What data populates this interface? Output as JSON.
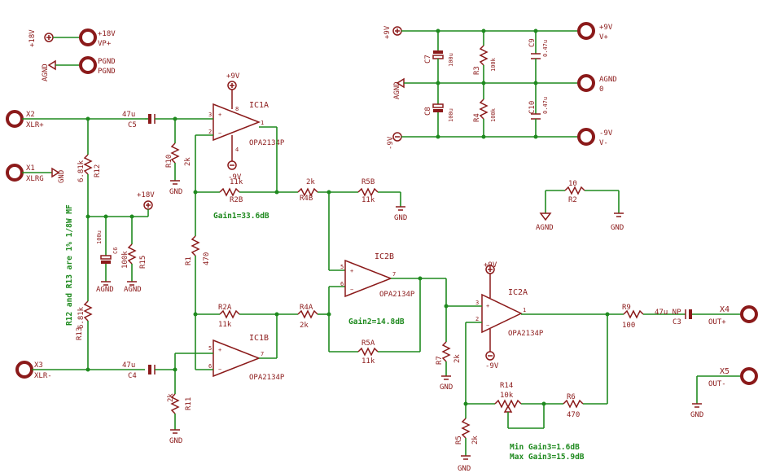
{
  "labels": {
    "vp_supply": "+18V",
    "vp_net": "+18V",
    "vp_net2": "VP+",
    "pgnd_sym": "AGND",
    "pgnd_net": "PGND",
    "pgnd_net2": "PGND",
    "x2": "X2",
    "x2_net": "XLR+",
    "x1": "X1",
    "x1_net": "XLRG",
    "x1_gnd": "GND",
    "x3": "X3",
    "x3_net": "XLR-",
    "c5_val": "47u",
    "c5": "C5",
    "c4_val": "47u",
    "c4": "C4",
    "r12": "R12",
    "r12_val": "6.81k",
    "r13": "R13",
    "r13_val": "6.81k",
    "note_r": "R12 and R13 are 1% 1/8W MF",
    "plus18": "+18V",
    "c6_val": "100u",
    "c6": "C6",
    "r15": "R15",
    "r15_val": "100k",
    "agnd1": "AGND",
    "agnd2": "AGND",
    "r10": "R10",
    "r10_val": "2k",
    "gnd_r10": "GND",
    "r11": "R11",
    "r11_val": "2k",
    "gnd_r11": "GND",
    "r1": "R1",
    "r1_val": "470",
    "ic1a": "IC1A",
    "ic1a_part": "OPA2134P",
    "ic1a_vp": "+9V",
    "ic1a_vn": "-9V",
    "ic1b": "IC1B",
    "ic1b_part": "OPA2134P",
    "r2b": "R2B",
    "r2b_val": "11k",
    "r2a": "R2A",
    "r2a_val": "11k",
    "gain1": "Gain1=33.6dB",
    "r4b": "R4B",
    "r4b_val": "2k",
    "r4a": "R4A",
    "r4a_val": "2k",
    "r5b": "R5B",
    "r5b_val": "11k",
    "r5a": "R5A",
    "r5a_val": "11k",
    "gnd_r5b": "GND",
    "ic2b": "IC2B",
    "ic2b_part": "OPA2134P",
    "gain2": "Gain2=14.8dB",
    "ic2a": "IC2A",
    "ic2a_part": "OPA2134P",
    "ic2a_vp": "+9V",
    "ic2a_vn": "-9V",
    "r7": "R7",
    "r7_val": "2k",
    "gnd_r7": "GND",
    "r14": "R14",
    "r14_val": "10k",
    "r6": "R6",
    "r6_val": "470",
    "r5": "R5",
    "r5_val": "2k",
    "gnd_r5": "GND",
    "gain3_min": "Min Gain3=1.6dB",
    "gain3_max": "Max Gain3=15.9dB",
    "r9": "R9",
    "r9_val": "100",
    "c3_val": "47u NP",
    "c3": "C3",
    "x4": "X4",
    "x4_net": "OUT+",
    "x5": "X5",
    "x5_net": "OUT-",
    "gnd_x5": "GND",
    "p_9v": "+9V",
    "p_agnd": "AGND",
    "p_m9v": "-9V",
    "c7": "C7",
    "c7_val": "100u",
    "c8": "C8",
    "c8_val": "100u",
    "r3": "R3",
    "r3_val": "100k",
    "r4": "R4",
    "r4_val": "100k",
    "c9": "C9",
    "c9_val": "0.47u",
    "c10": "C10",
    "c10_val": "0.47u",
    "vp9": "+9V",
    "vp9_net": "V+",
    "agnd_out": "AGND",
    "agnd_out2": "0",
    "vn9": "-9V",
    "vn9_net": "V-",
    "r2": "R2",
    "r2_val": "10",
    "r2_agnd": "AGND",
    "r2_gnd": "GND"
  }
}
